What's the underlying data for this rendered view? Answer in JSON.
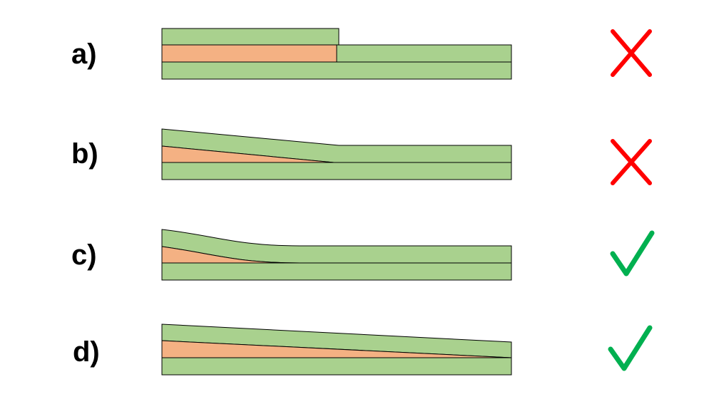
{
  "rows": [
    {
      "label": "a)",
      "verdict": "cross-icon"
    },
    {
      "label": "b)",
      "verdict": "cross-icon"
    },
    {
      "label": "c)",
      "verdict": "check-icon"
    },
    {
      "label": "d)",
      "verdict": "check-icon"
    }
  ],
  "colors": {
    "green_layer": "#a9d18e",
    "orange_layer": "#f4b183",
    "outline": "#000000",
    "cross": "#ff0000",
    "check": "#00b050"
  }
}
